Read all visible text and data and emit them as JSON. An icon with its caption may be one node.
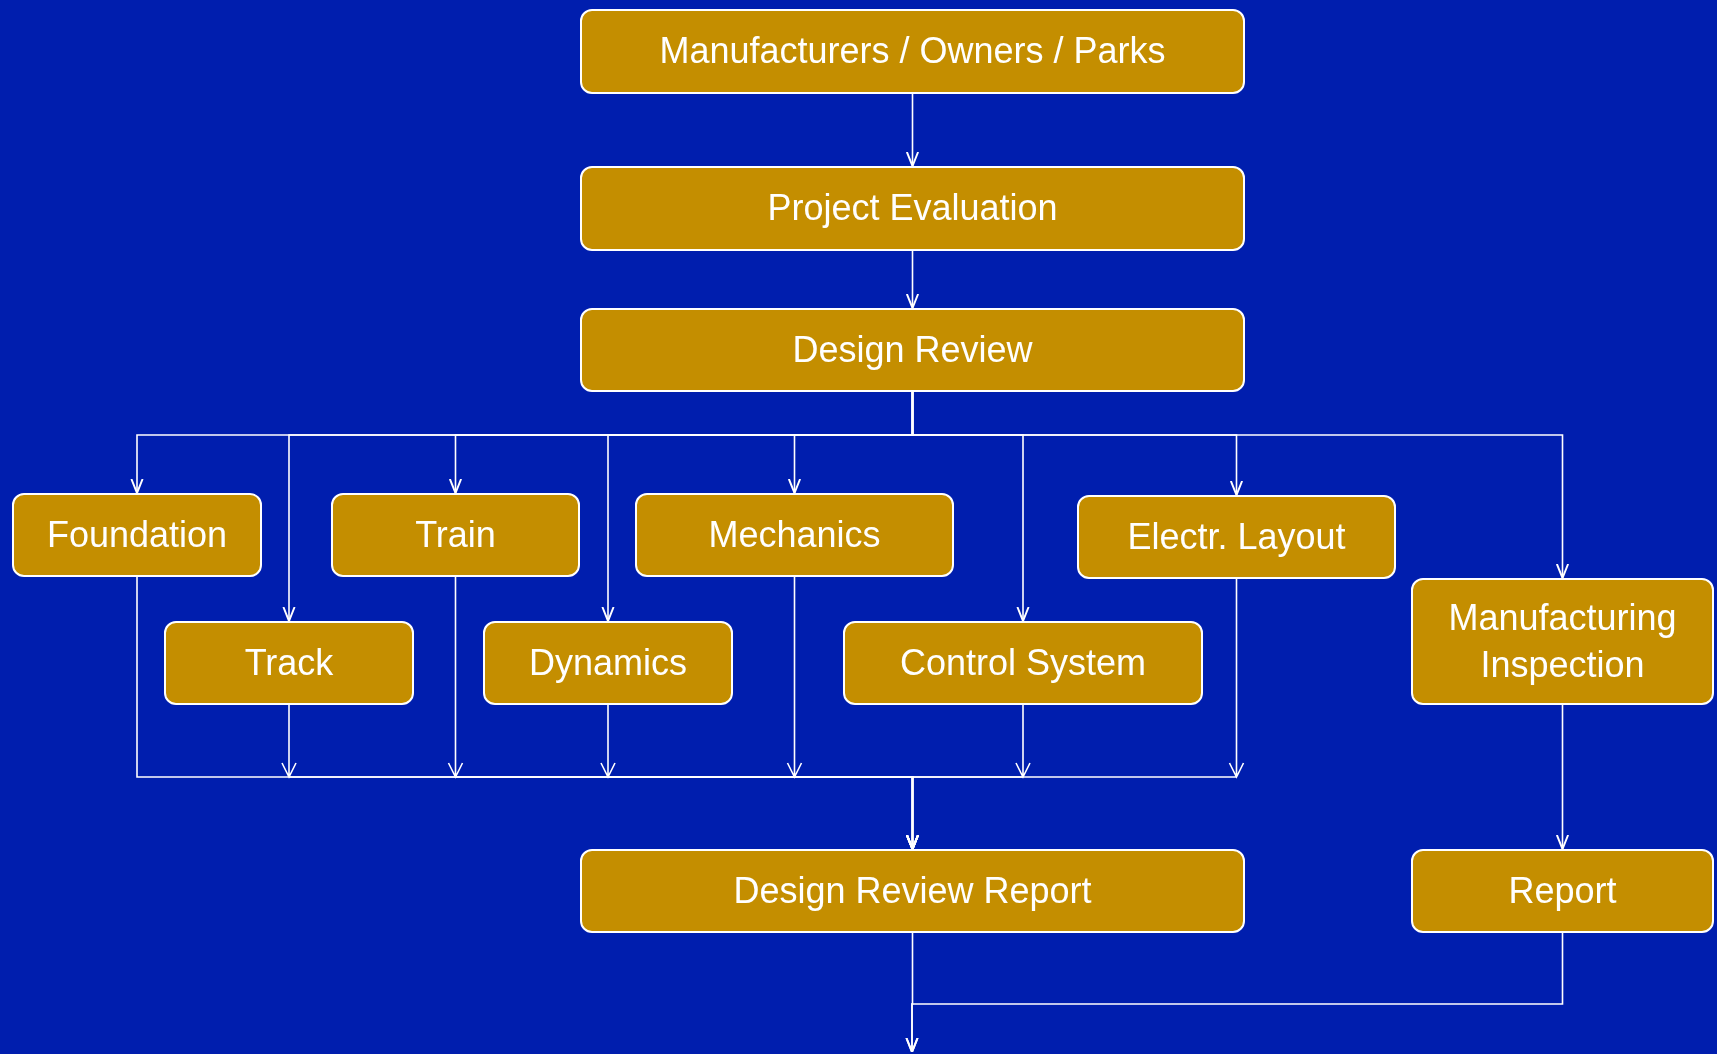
{
  "diagram": {
    "nodes": [
      {
        "text": [
          "Manufacturers / Owners / Parks"
        ]
      },
      {
        "text": [
          "Project Evaluation"
        ]
      },
      {
        "text": [
          "Design Review"
        ]
      },
      {
        "text": [
          "Foundation"
        ]
      },
      {
        "text": [
          "Train"
        ]
      },
      {
        "text": [
          "Mechanics"
        ]
      },
      {
        "text": [
          "Electr. Layout"
        ]
      },
      {
        "text": [
          "Track"
        ]
      },
      {
        "text": [
          "Dynamics"
        ]
      },
      {
        "text": [
          "Control System"
        ]
      },
      {
        "text": [
          "Manufacturing Inspection"
        ]
      },
      {
        "text": [
          "Design Review Report"
        ]
      },
      {
        "text": [
          "Report"
        ]
      }
    ],
    "edges": [
      {
        "from": 0,
        "to": 1,
        "arrow": "to"
      },
      {
        "from": 1,
        "to": 2,
        "arrow": "to"
      },
      {
        "from": 2,
        "to": 3,
        "arrow": "to"
      },
      {
        "from": 2,
        "to": 4,
        "arrow": "to"
      },
      {
        "from": 2,
        "to": 5,
        "arrow": "to"
      },
      {
        "from": 2,
        "to": 6,
        "arrow": "to"
      },
      {
        "from": 2,
        "to": 7,
        "arrow": "to"
      },
      {
        "from": 2,
        "to": 8,
        "arrow": "to"
      },
      {
        "from": 2,
        "to": 9,
        "arrow": "to"
      },
      {
        "from": 2,
        "to": 10,
        "arrow": "to"
      },
      {
        "from": 3,
        "to": 11,
        "arrow": "to"
      },
      {
        "from": 4,
        "to": 11,
        "arrow": "to"
      },
      {
        "from": 5,
        "to": 11,
        "arrow": "to"
      },
      {
        "from": 6,
        "to": 11,
        "arrow": "to"
      },
      {
        "from": 7,
        "to": 11,
        "arrow": "to"
      },
      {
        "from": 8,
        "to": 11,
        "arrow": "to"
      },
      {
        "from": 9,
        "to": 11,
        "arrow": "to"
      },
      {
        "from": 10,
        "to": 12,
        "arrow": "to"
      },
      {
        "from": 11,
        "to": null,
        "arrow": "to"
      },
      {
        "from": 12,
        "to": null,
        "arrow": "to"
      }
    ]
  }
}
